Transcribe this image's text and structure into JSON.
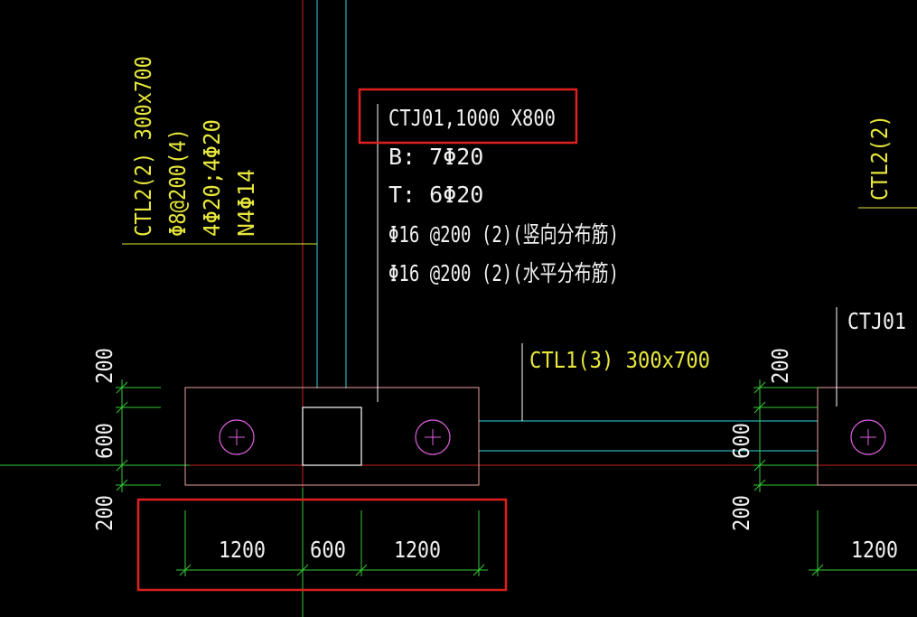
{
  "colors": {
    "background": "#000000",
    "text_white": "#f0f0f0",
    "text_yellow": "#e6e63c",
    "axis_green": "#33cc33",
    "beam_cyan": "#33d6e6",
    "cap_outline": "#e8a0a0",
    "pile_magenta": "#e060e0",
    "axis_red": "#cc2020",
    "highlight_red": "#e02020"
  },
  "cap_label": {
    "title": "CTJ01,1000 X800",
    "bottom_bars": "B: 7Φ20",
    "top_bars": "T: 6Φ20",
    "vertical_dist": "Φ16 @200 (2)(竖向分布筋)",
    "horizontal_dist": "Φ16 @200 (2)(水平分布筋)"
  },
  "beam_ctl2_left": {
    "name": "CTL2(2) 300x700",
    "stirrups": "Φ8@200(4)",
    "longitudinal": "4Φ20;4Φ20",
    "side_bars": "N4Φ14"
  },
  "beam_ctl2_right": {
    "name": "CTL2(2)"
  },
  "beam_ctl1": {
    "name": "CTL1(3) 300x700"
  },
  "cap_right": {
    "name": "CTJ01"
  },
  "dims_vertical_left": [
    "200",
    "600",
    "200"
  ],
  "dims_vertical_right": [
    "200",
    "600",
    "200"
  ],
  "dims_horizontal_left": [
    "1200",
    "600",
    "1200"
  ],
  "dims_horizontal_right": [
    "1200"
  ]
}
